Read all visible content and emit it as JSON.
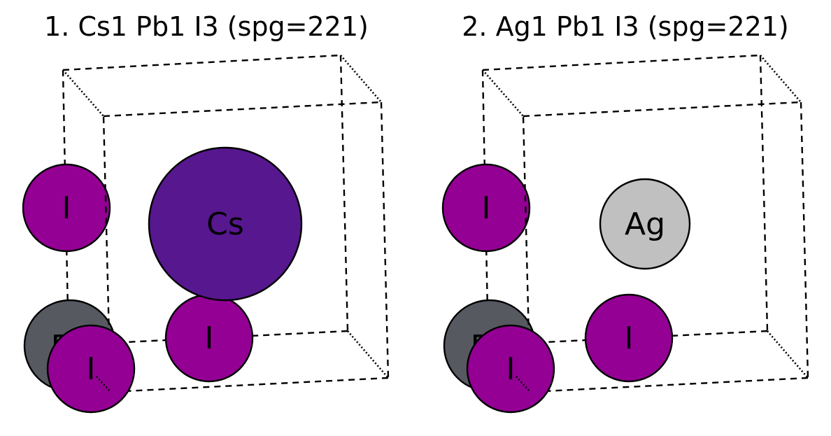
{
  "panels": [
    {
      "title": "1. Cs1 Pb1 I3 (spg=221)",
      "atoms": [
        {
          "label": "Pb",
          "color": "#575961"
        },
        {
          "label": "I",
          "color": "#940094"
        },
        {
          "label": "Cs",
          "color": "#57178F"
        },
        {
          "label": "I",
          "color": "#940094"
        },
        {
          "label": "I",
          "color": "#940094"
        }
      ]
    },
    {
      "title": "2. Ag1 Pb1 I3 (spg=221)",
      "atoms": [
        {
          "label": "Pb",
          "color": "#575961"
        },
        {
          "label": "I",
          "color": "#940094"
        },
        {
          "label": "Ag",
          "color": "#C0C0C0"
        },
        {
          "label": "I",
          "color": "#940094"
        },
        {
          "label": "I",
          "color": "#940094"
        }
      ]
    }
  ]
}
